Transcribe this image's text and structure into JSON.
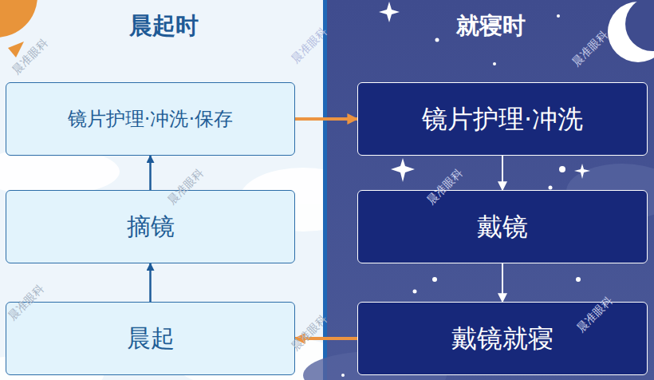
{
  "diagram": {
    "nodes": [
      {
        "text": [
          "晨起时"
        ]
      },
      {
        "text": [
          "镜片护理·冲洗·保存"
        ],
        "in": 0
      },
      {
        "text": [
          "摘镜"
        ],
        "in": 0
      },
      {
        "text": [
          "晨起"
        ],
        "in": 0
      },
      {
        "text": [
          "就寝时"
        ]
      },
      {
        "text": [
          "镜片护理·冲洗"
        ],
        "in": 4
      },
      {
        "text": [
          "戴镜"
        ],
        "in": 4
      },
      {
        "text": [
          "戴镜就寝"
        ],
        "in": 4
      }
    ],
    "edges": [
      {
        "from": 3,
        "to": 2,
        "arrow": "to"
      },
      {
        "from": 2,
        "to": 1,
        "arrow": "to"
      },
      {
        "from": 1,
        "to": 5,
        "arrow": "to"
      },
      {
        "from": 5,
        "to": 6,
        "arrow": "to"
      },
      {
        "from": 6,
        "to": 7,
        "arrow": "to"
      },
      {
        "from": 7,
        "to": 3,
        "arrow": "to"
      }
    ],
    "labels": [
      "晨准眼科",
      "晨准眼科",
      "晨准眼科",
      "晨准眼科",
      "晨准眼科",
      "晨准眼科",
      "晨准眼科",
      "晨准眼科"
    ]
  }
}
